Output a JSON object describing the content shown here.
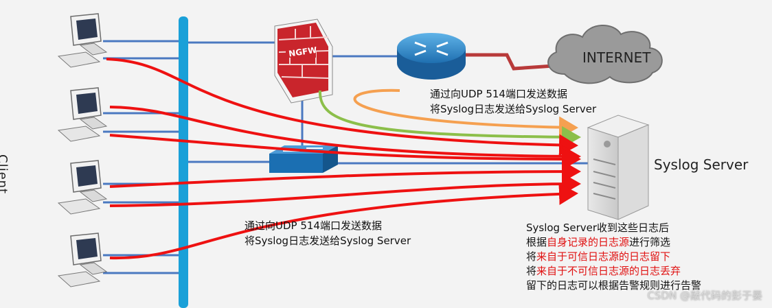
{
  "labels": {
    "client": "Client",
    "syslog_server": "Syslog Server",
    "internet": "INTERNET",
    "ngfw": "NGFW",
    "watermark": "CSDN @敲代码的彭于晏"
  },
  "note_top": {
    "line1": "通过向UDP 514端口发送数据",
    "line2": "将Syslog日志发送给Syslog Server"
  },
  "note_bottom": {
    "line1": "通过向UDP 514端口发送数据",
    "line2": "将Syslog日志发送给Syslog Server"
  },
  "note_right": {
    "line1": "Syslog Server收到这些日志后",
    "line2_prefix": "根据",
    "line2_red": "自身记录的日志源",
    "line2_suffix": "进行筛选",
    "line3_prefix": "将",
    "line3_red": "来自于可信日志源的日志留下",
    "line4_prefix": "将",
    "line4_red": "来自于不可信日志源的日志丢弃",
    "line5": "留下的日志可以根据告警规则进行告警"
  },
  "colors": {
    "bus": "#1aa0d8",
    "link": "#4a78c0",
    "red_arrow": "#ee1111",
    "orange_arrow": "#f5a050",
    "green_arrow": "#8cbf4a",
    "wan": "#b83a3a"
  }
}
